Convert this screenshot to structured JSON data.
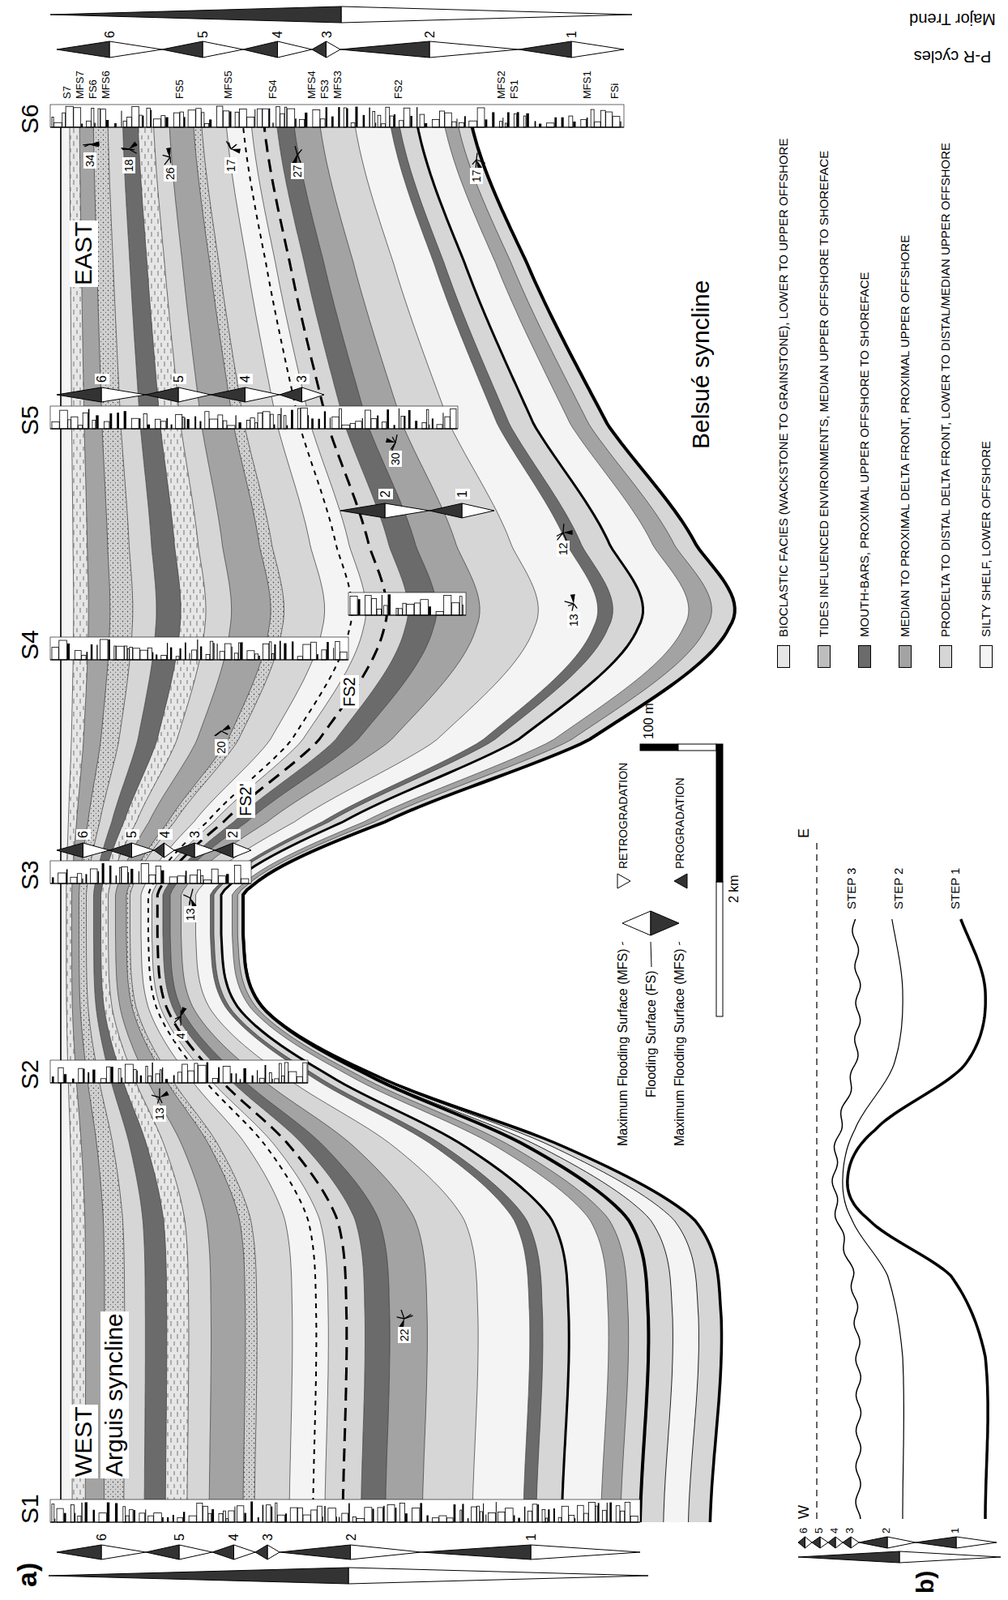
{
  "diagram": {
    "labels": [
      "a)",
      "WEST",
      "Arguis syncline",
      "EAST",
      "Belsué syncline",
      "S1",
      "S2",
      "S3",
      "S4",
      "S5",
      "S6",
      "FS2'",
      "FS2",
      "S7",
      "MFS7",
      "FS6",
      "MFS6",
      "FS5",
      "MFS5",
      "FS4",
      "MFS4",
      "FS3",
      "MFS3",
      "FS2",
      "MFS2",
      "FS1",
      "MFS1",
      "FSi",
      "6",
      "5",
      "4",
      "3",
      "2",
      "1",
      "6",
      "5",
      "4",
      "3",
      "2",
      "1",
      "6",
      "5",
      "4",
      "3",
      "2",
      "6",
      "5",
      "4",
      "3",
      "2",
      "1",
      "34",
      "18",
      "26",
      "17",
      "27",
      "17",
      "30",
      "12",
      "13",
      "20",
      "13",
      "13",
      "4",
      "22",
      "b)",
      "W",
      "E",
      "STEP 3",
      "STEP 2",
      "STEP 1",
      "6",
      "5",
      "4",
      "3",
      "2",
      "1",
      "100 m",
      "2 km",
      "P-R cycles",
      "Major Trend"
    ],
    "legend": [
      {
        "text": "Maximum Flooding Surface (MFS)"
      },
      {
        "text": "Flooding Surface (FS)"
      },
      {
        "text": "Maximum Flooding Surface (MFS)"
      },
      {
        "text": "RETROGRADATION"
      },
      {
        "text": "PROGRADATION"
      },
      {
        "text": "BIOCLASTIC FACIES (WACKSTONE TO GRAINSTONE), LOWER TO UPPER OFFSHORE",
        "color": "#e6e6e6"
      },
      {
        "text": "TIDES INFLUENCED ENVIRONMENTS, MEDIAN UPPER OFFSHORE TO SHOREFACE",
        "color": "#bdbdbd"
      },
      {
        "text": "MOUTH-BARS, PROXIMAL UPPER OFFSHORE TO SHOREFACE",
        "color": "#6b6b6b"
      },
      {
        "text": "MEDIAN TO PROXIMAL DELTA FRONT, PROXIMAL UPPER OFFSHORE",
        "color": "#a3a3a3"
      },
      {
        "text": "PRODELTA TO DISTAL DELTA FRONT, LOWER TO DISTAL/MEDIAN UPPER OFFSHORE",
        "color": "#d6d6d6"
      },
      {
        "text": "SILTY SHELF, LOWER OFFSHORE",
        "color": "#f4f4f4"
      }
    ]
  }
}
